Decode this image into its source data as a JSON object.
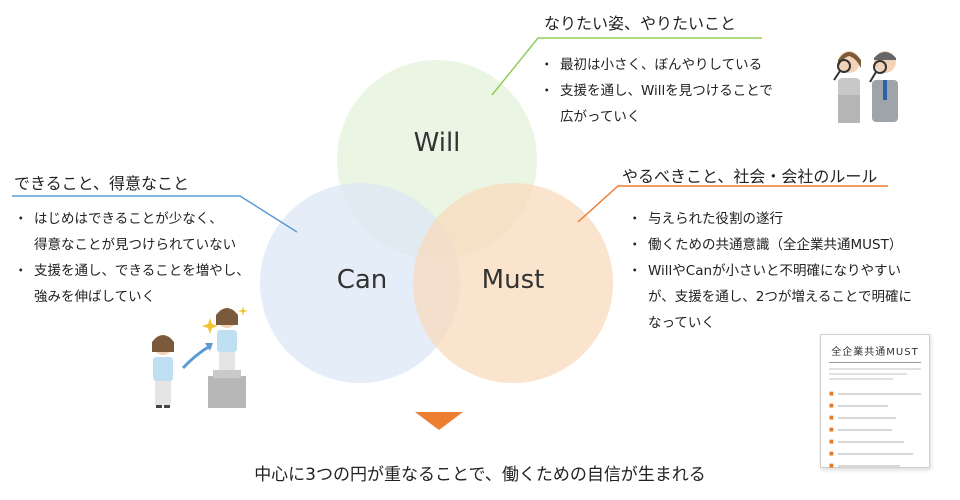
{
  "circles": {
    "will": {
      "label": "Will",
      "color": "#e6f3de"
    },
    "can": {
      "label": "Can",
      "color": "#e1ebf7"
    },
    "must": {
      "label": "Must",
      "color": "#fbe3cd"
    }
  },
  "will_section": {
    "heading": "なりたい姿、やりたいこと",
    "line_color": "#8fcd5a",
    "bullets": [
      "最初は小さく、ぼんやりしている",
      "支援を通し、Willを見つけることで",
      "広がっていく"
    ]
  },
  "can_section": {
    "heading": "できること、得意なこと",
    "line_color": "#5b9bd5",
    "bullets": [
      "はじめはできることが少なく、",
      "得意なことが見つけられていない",
      "支援を通し、できることを増やし、",
      "強みを伸ばしていく"
    ]
  },
  "must_section": {
    "heading": "やるべきこと、社会・会社のルール",
    "line_color": "#ed7d31",
    "bullets": [
      "与えられた役割の遂行",
      "働くための共通意識（全企業共通MUST）",
      "WillやCanが小さいと不明確になりやすい",
      "が、支援を通し、2つが増えることで明確に",
      "なっていく"
    ]
  },
  "document": {
    "title": "全企業共通MUST"
  },
  "arrow_color": "#ed7d31",
  "footer": "中心に3つの円が重なることで、働くための自信が生まれる"
}
